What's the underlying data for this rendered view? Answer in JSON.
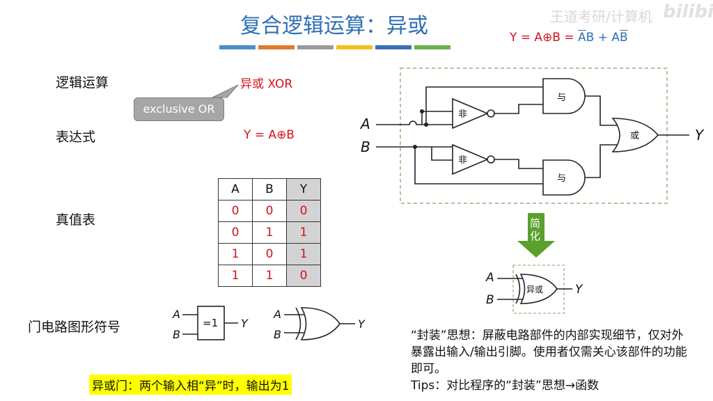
{
  "header": {
    "title": "复合逻辑运算：异或",
    "watermark": "王道考研/计算机",
    "watermark_logo": "bilibili"
  },
  "formula": {
    "lhs": "Y = A⊕B = ",
    "t1a": "A",
    "t1b": "B",
    "plus": " + ",
    "t2a": "A",
    "t2b": "B"
  },
  "rows": {
    "logic_op": "逻辑运算",
    "expression": "表达式",
    "truth_table": "真值表",
    "gate_symbol": "门电路图形符号"
  },
  "xor_name": "异或 XOR",
  "bubble": "exclusive OR",
  "expr_value": "Y = A⊕B",
  "table": {
    "headers": [
      "A",
      "B",
      "Y"
    ],
    "rows": [
      [
        "0",
        "0",
        "0"
      ],
      [
        "0",
        "1",
        "1"
      ],
      [
        "1",
        "0",
        "1"
      ],
      [
        "1",
        "1",
        "0"
      ]
    ]
  },
  "circuit": {
    "in_a": "A",
    "in_b": "B",
    "out_y": "Y",
    "and_label": "与",
    "not_label": "非",
    "or_label": "或",
    "simplify": "简化",
    "xor_label": "异或",
    "eq1": "=1"
  },
  "note": {
    "line1": "“封装”思想：屏蔽电路部件的内部实现细节，仅对外暴露出输入/输出引脚。使用者仅需关心该部件的功能即可。",
    "line2": "Tips：对比程序的“封装”思想→函数"
  },
  "highlight": "异或门：两个输入相“异”时，输出为1",
  "colors": {
    "title_blue": "#2e6fb4",
    "red": "#d0121b",
    "green_arrow": "#5aa02c",
    "stripes": [
      "#4a90c8",
      "#e07a2e",
      "#9a9a9a",
      "#f0c020",
      "#3a6fb4",
      "#6ab04c"
    ]
  }
}
